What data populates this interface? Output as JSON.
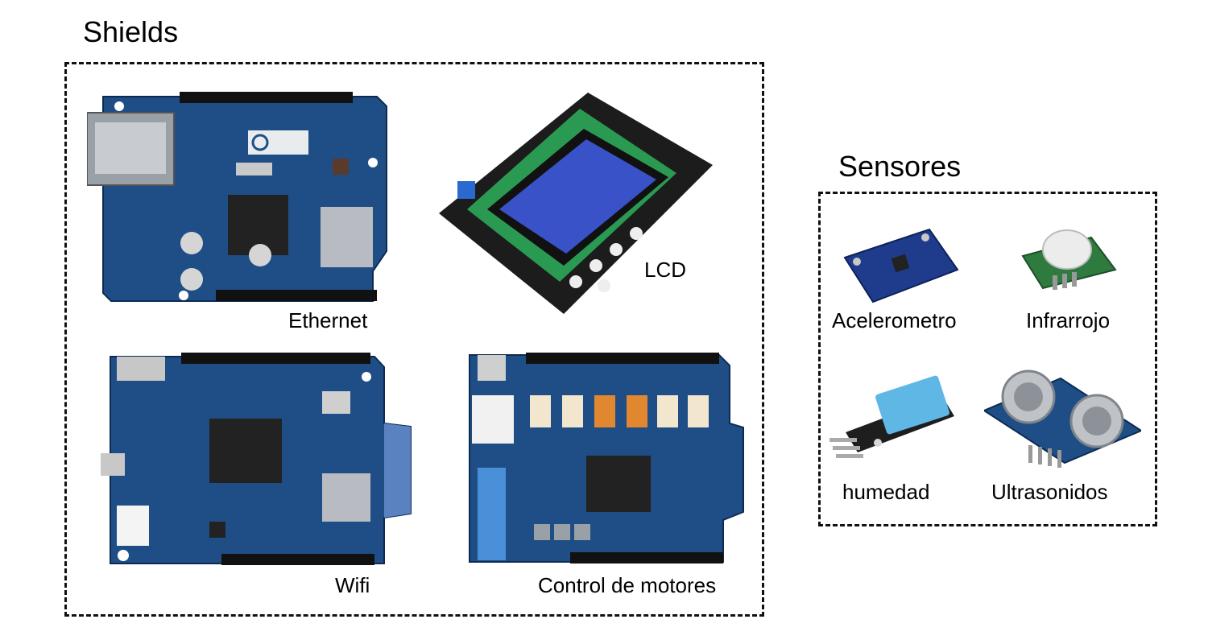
{
  "shields": {
    "title": "Shields",
    "items": [
      {
        "label": "Ethernet"
      },
      {
        "label": "LCD"
      },
      {
        "label": "Wifi"
      },
      {
        "label": "Control de motores"
      }
    ]
  },
  "sensores": {
    "title": "Sensores",
    "items": [
      {
        "label": "Acelerometro"
      },
      {
        "label": "Infrarrojo"
      },
      {
        "label": "humedad"
      },
      {
        "label": "Ultrasonidos"
      }
    ]
  },
  "colors": {
    "board_blue": "#1f4e86",
    "lcd_screen": "#3a52c8",
    "lcd_pcb": "#2a9a52",
    "sensor_humidity": "#5fb7e6"
  },
  "icons": [
    "ethernet-shield-icon",
    "lcd-shield-icon",
    "wifi-shield-icon",
    "motor-shield-icon",
    "accelerometer-icon",
    "infrared-sensor-icon",
    "humidity-sensor-icon",
    "ultrasonic-sensor-icon"
  ]
}
